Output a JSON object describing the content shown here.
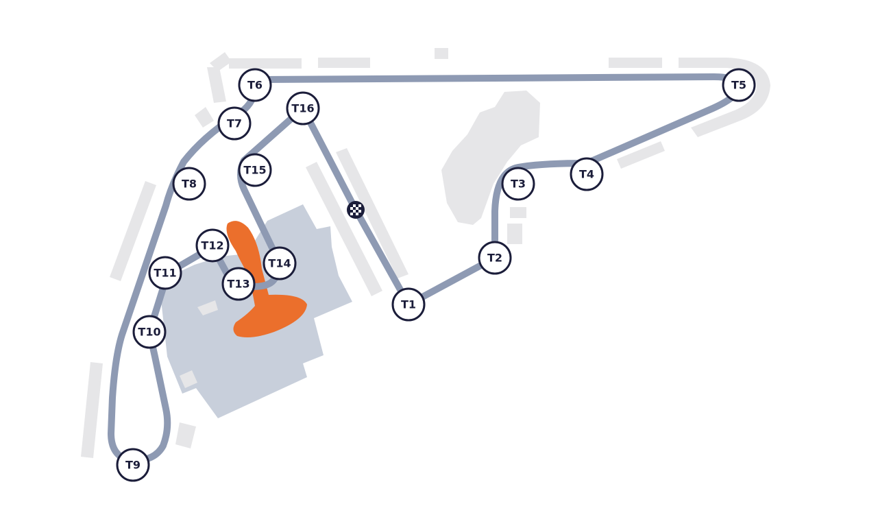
{
  "map": {
    "colors": {
      "background": "#ffffff",
      "track": "#8e9ab3",
      "barrier": "#e6e6e8",
      "building": "#c8cfdb",
      "grandstand": "#eb6f2c",
      "marker_ring": "#1b1d3a",
      "marker_fill": "#ffffff"
    },
    "finish_line": {
      "icon": "checkered-flag-icon"
    },
    "corners": [
      {
        "id": "t1",
        "label": "T1"
      },
      {
        "id": "t2",
        "label": "T2"
      },
      {
        "id": "t3",
        "label": "T3"
      },
      {
        "id": "t4",
        "label": "T4"
      },
      {
        "id": "t5",
        "label": "T5"
      },
      {
        "id": "t6",
        "label": "T6"
      },
      {
        "id": "t7",
        "label": "T7"
      },
      {
        "id": "t8",
        "label": "T8"
      },
      {
        "id": "t9",
        "label": "T9"
      },
      {
        "id": "t10",
        "label": "T10"
      },
      {
        "id": "t11",
        "label": "T11"
      },
      {
        "id": "t12",
        "label": "T12"
      },
      {
        "id": "t13",
        "label": "T13"
      },
      {
        "id": "t14",
        "label": "T14"
      },
      {
        "id": "t15",
        "label": "T15"
      },
      {
        "id": "t16",
        "label": "T16"
      }
    ]
  }
}
